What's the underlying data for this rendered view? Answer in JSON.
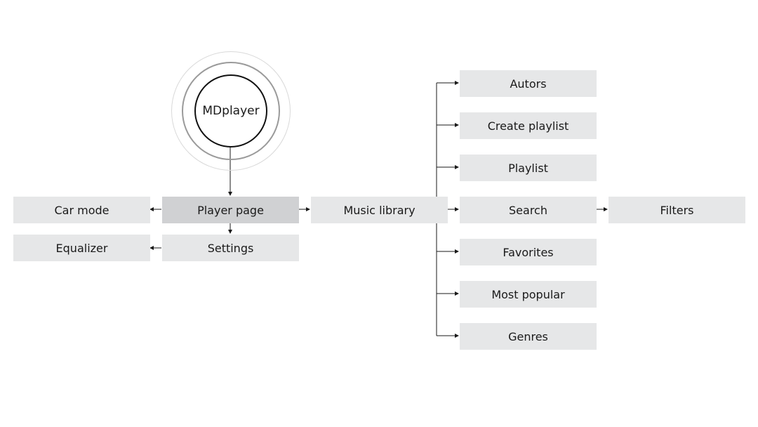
{
  "colors": {
    "node_fill": "#e6e7e8",
    "node_active_fill": "#d0d1d3",
    "line": "#1a1a1a",
    "ring_outer": "#d9d9d9",
    "ring_middle": "#9a9a9a",
    "ring_inner": "#111111"
  },
  "root": {
    "label": "MDplayer"
  },
  "nodes": {
    "car_mode": "Car mode",
    "player_page": "Player page",
    "music_library": "Music library",
    "equalizer": "Equalizer",
    "settings": "Settings",
    "autors": "Autors",
    "create_playlist": "Create playlist",
    "playlist": "Playlist",
    "search": "Search",
    "filters": "Filters",
    "favorites": "Favorites",
    "most_popular": "Most popular",
    "genres": "Genres"
  }
}
